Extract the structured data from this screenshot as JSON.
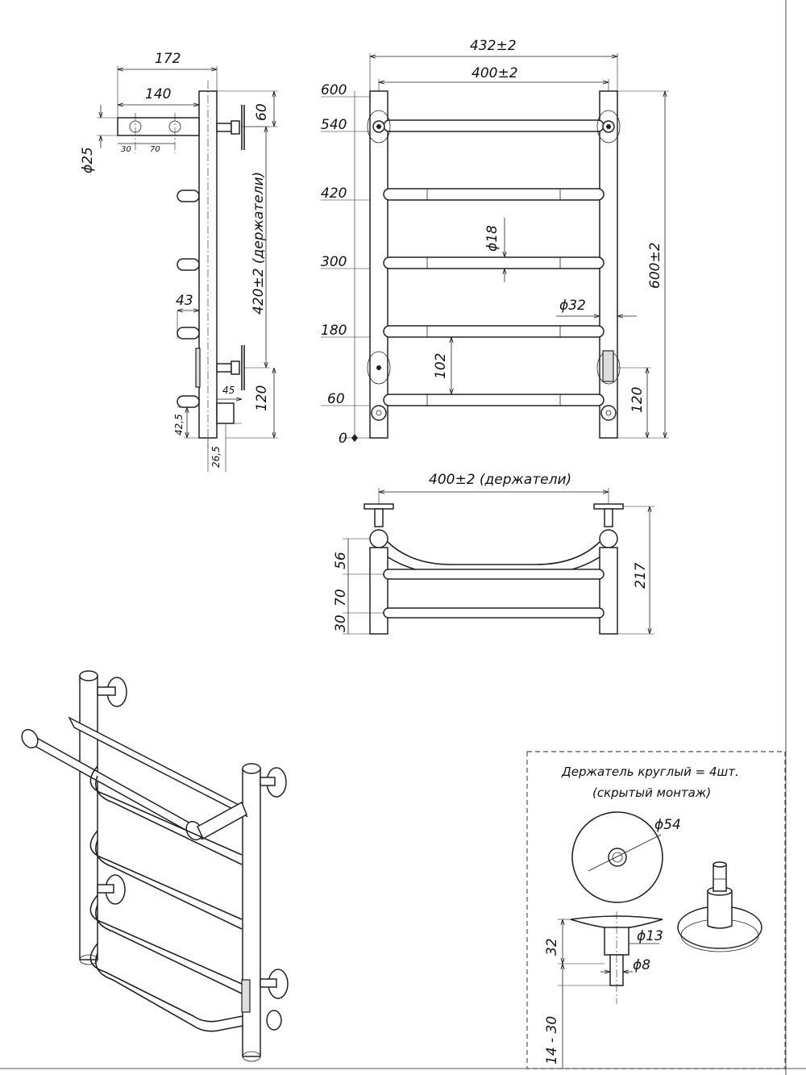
{
  "side_view": {
    "dim_overall_depth": "172",
    "dim_bracket_depth": "140",
    "dim_bracket_height": "60",
    "dim_tube_diameter": "ϕ25",
    "dim_small_30": "30",
    "dim_small_70": "70",
    "dim_hook_43": "43",
    "dim_holders_height": "420±2 (держатели)",
    "dim_45": "45",
    "dim_42_5": "42,5",
    "dim_26_5": "26,5",
    "dim_bottom_120": "120"
  },
  "front_view": {
    "dim_outer_width": "432±2",
    "dim_inner_width": "400±2",
    "level_labels": [
      "600",
      "540",
      "420",
      "300",
      "180",
      "60",
      "0"
    ],
    "dim_bar_diameter": "ϕ18",
    "dim_pipe_diameter": "ϕ32",
    "dim_height_total": "600±2",
    "dim_102": "102",
    "dim_bottom_120": "120"
  },
  "top_view": {
    "dim_holders_width": "400±2 (держатели)",
    "dim_56": "56",
    "dim_70": "70",
    "dim_30": "30",
    "dim_217": "217"
  },
  "holder_detail": {
    "title_line1": "Держатель круглый = 4шт.",
    "title_line2": "(скрытый монтаж)",
    "dim_disc": "ϕ54",
    "dim_32": "32",
    "dim_13": "ϕ13",
    "dim_8": "ϕ8",
    "dim_range": "14 - 30"
  }
}
